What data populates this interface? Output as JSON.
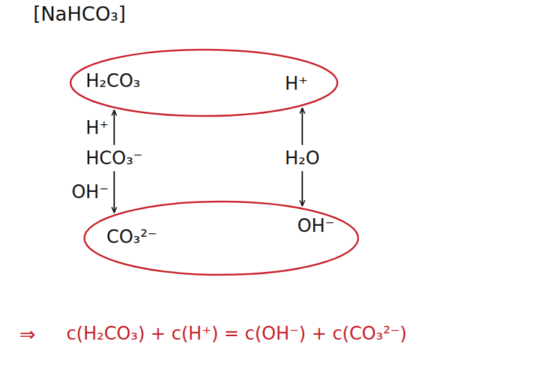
{
  "diagram": {
    "title": "[NaHCO₃]",
    "nodes": [
      {
        "text": [
          "H₂CO₃",
          "H⁺"
        ]
      },
      {
        "text": [
          "HCO₃⁻"
        ]
      },
      {
        "text": [
          "H₂O"
        ]
      },
      {
        "text": [
          "CO₃²⁻",
          "OH⁻"
        ]
      }
    ],
    "edges": [
      {
        "from": 1,
        "to": 0,
        "arrow": "to",
        "label": "H⁺"
      },
      {
        "from": 1,
        "to": 3,
        "arrow": "to",
        "label": "OH⁻"
      },
      {
        "from": 2,
        "to": 0,
        "arrow": "to"
      },
      {
        "from": 2,
        "to": 3,
        "arrow": "to"
      }
    ],
    "labels": [
      "⇒",
      "c(H₂CO₃) + c(H⁺) = c(OH⁻) + c(CO₃²⁻)"
    ]
  }
}
